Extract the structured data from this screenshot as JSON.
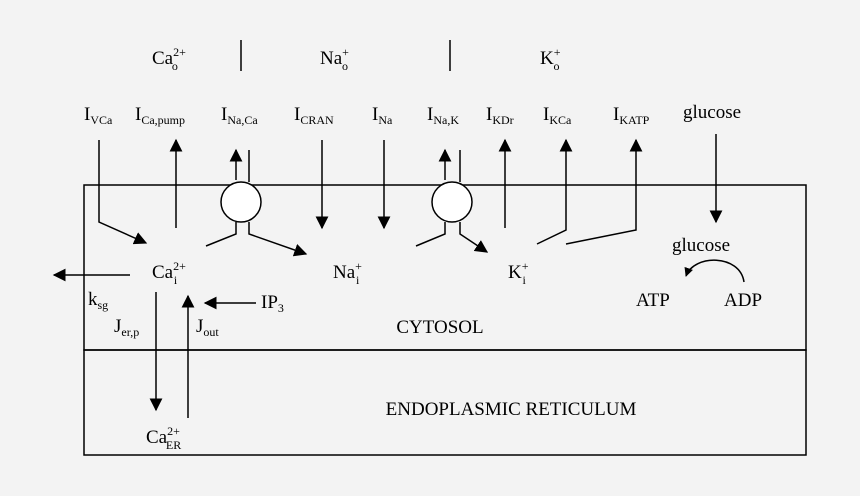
{
  "compartments": {
    "cytosol": "CYTOSOL",
    "er": "ENDOPLASMIC RETICULUM"
  },
  "external_ions": [
    {
      "id": "ca-o",
      "base": "Ca",
      "sup": "2+",
      "sub": "o"
    },
    {
      "id": "na-o",
      "base": "Na",
      "sup": "+",
      "sub": "o"
    },
    {
      "id": "k-o",
      "base": "K",
      "sup": "+",
      "sub": "o"
    }
  ],
  "currents": [
    {
      "id": "i-vca",
      "base": "I",
      "sub": "VCa"
    },
    {
      "id": "i-ca-pump",
      "base": "I",
      "sub": "Ca,pump"
    },
    {
      "id": "i-na-ca",
      "base": "I",
      "sub": "Na,Ca"
    },
    {
      "id": "i-cran",
      "base": "I",
      "sub": "CRAN"
    },
    {
      "id": "i-na",
      "base": "I",
      "sub": "Na"
    },
    {
      "id": "i-na-k",
      "base": "I",
      "sub": "Na,K"
    },
    {
      "id": "i-kdr",
      "base": "I",
      "sub": "KDr"
    },
    {
      "id": "i-kca",
      "base": "I",
      "sub": "KCa"
    },
    {
      "id": "i-katp",
      "base": "I",
      "sub": "KATP"
    }
  ],
  "glucose_top": "glucose",
  "glucose_inner": "glucose",
  "internal_ions": [
    {
      "id": "ca-i",
      "base": "Ca",
      "sup": "2+",
      "sub": "i"
    },
    {
      "id": "na-i",
      "base": "Na",
      "sup": "+",
      "sub": "i"
    },
    {
      "id": "k-i",
      "base": "K",
      "sup": "+",
      "sub": "i"
    }
  ],
  "ca_er": {
    "base": "Ca",
    "sup": "2+",
    "sub": "ER"
  },
  "fluxes": {
    "ksg": {
      "base": "k",
      "sub": "sg"
    },
    "jerp": {
      "base": "J",
      "sub": "er,p"
    },
    "jout": {
      "base": "J",
      "sub": "out"
    },
    "ip3": {
      "base": "IP",
      "sub": "3"
    }
  },
  "metabolism": {
    "atp": "ATP",
    "adp": "ADP"
  }
}
